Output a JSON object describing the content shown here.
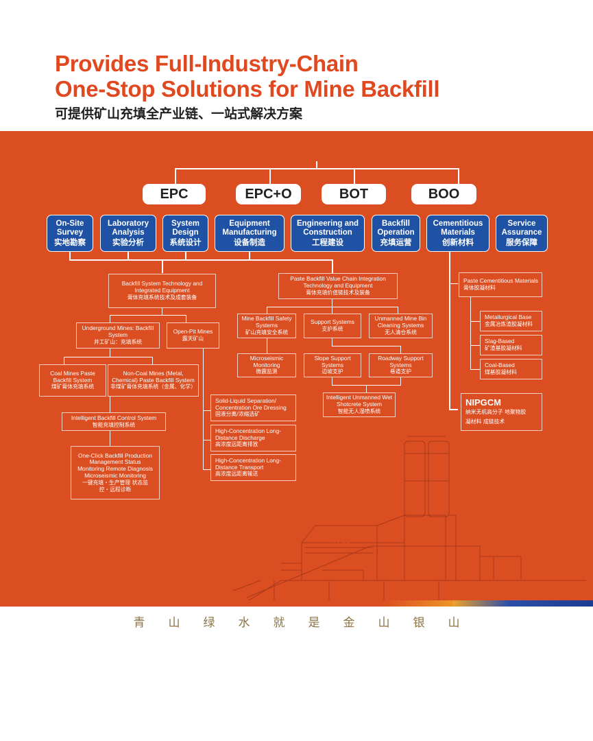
{
  "header": {
    "title_line1": "Provides Full-Industry-Chain",
    "title_line2": "One-Stop Solutions for Mine Backfill",
    "subtitle_zh": "可提供矿山充填全产业链、一站式解决方案"
  },
  "models": [
    "EPC",
    "EPC+O",
    "BOT",
    "BOO"
  ],
  "services": [
    {
      "en": "On-Site Survey",
      "zh": "实地勘察"
    },
    {
      "en": "Laboratory Analysis",
      "zh": "实验分析"
    },
    {
      "en": "System Design",
      "zh": "系统设计"
    },
    {
      "en": "Equipment Manufacturing",
      "zh": "设备制造"
    },
    {
      "en": "Engineering and Construction",
      "zh": "工程建设"
    },
    {
      "en": "Backfill Operation",
      "zh": "充填运营"
    },
    {
      "en": "Cementitious Materials",
      "zh": "创新材料"
    },
    {
      "en": "Service Assurance",
      "zh": "服务保障"
    }
  ],
  "tree": {
    "backfill_system": {
      "en": "Backfill System Technology and Integrated Equipment",
      "zh": "膏体充填系统技术及成套装备"
    },
    "underground": {
      "en": "Underground Mines: Backfill System",
      "zh": "井工矿山：充填系统"
    },
    "open_pit": {
      "en": "Open-Pit Mines",
      "zh": "露天矿山"
    },
    "coal_mines": {
      "en": "Coal Mines Paste Backfill System",
      "zh": "煤矿膏体充填系统"
    },
    "non_coal": {
      "en": "Non-Coal Mines (Metal, Chemical) Paste Backfill System",
      "zh": "非煤矿膏体充填系统（金属、化学）"
    },
    "control": {
      "en": "Intelligent Backfill Control System",
      "zh": "智能充填控制系统"
    },
    "one_click": {
      "en": "One-Click Backfill Production Management Status Monitoring Remote Diagnosis Microseismic Monitoring",
      "zh": "一键充填・生产管理 状态监控・远程诊断"
    },
    "solid_liquid": {
      "en": "Solid-Liquid Separation/ Concentration Ore Dressing",
      "zh": "固液分离/浓缩选矿"
    },
    "discharge": {
      "en": "High-Concentration Long-Distance Discharge",
      "zh": "高浓度远距离排放"
    },
    "transport": {
      "en": "High-Concentration Long-Distance Transport",
      "zh": "高浓度远距离输送"
    },
    "value_chain": {
      "en": "Paste Backfill Value Chain Integration Technology and Equipment",
      "zh": "膏体充填价值链技术及装备"
    },
    "safety": {
      "en": "Mine Backfill Safety Systems",
      "zh": "矿山充填安全系统"
    },
    "support": {
      "en": "Support Systems",
      "zh": "支护系统"
    },
    "cleaning": {
      "en": "Unmanned Mine Bin Cleaning Systems",
      "zh": "无人清仓系统"
    },
    "microseismic": {
      "en": "Microseismic Monitoring",
      "zh": "微震监测"
    },
    "slope": {
      "en": "Slope Support Systems",
      "zh": "边坡支护"
    },
    "roadway": {
      "en": "Roadway Support Systems",
      "zh": "巷道支护"
    },
    "shotcrete": {
      "en": "Intelligent Unmanned Wet Shotcrete System",
      "zh": "智能无人湿喷系统"
    },
    "paste_cementitious": {
      "en": "Paste Cementitious Materials",
      "zh": "膏体胶凝材料"
    },
    "metallurgical": {
      "en": "Metallurgical Base",
      "zh": "金属冶炼渣胶凝材料"
    },
    "slag": {
      "en": "Slag-Based",
      "zh": "矿渣基胶凝材料"
    },
    "coal_based": {
      "en": "Coal-Based",
      "zh": "煤基胶凝材料"
    },
    "nipgcm": {
      "en": "NIPGCM",
      "zh": "纳米无机高分子 地聚物胶凝材料 成链技术"
    }
  },
  "machine_plate": "FENY",
  "footer": {
    "slogan": "青山绿水就是金山银山"
  },
  "colors": {
    "brand_orange": "#e0491f",
    "panel_orange": "#db4e22",
    "service_blue": "#1f52a4",
    "slogan_gold": "#8c7244"
  }
}
